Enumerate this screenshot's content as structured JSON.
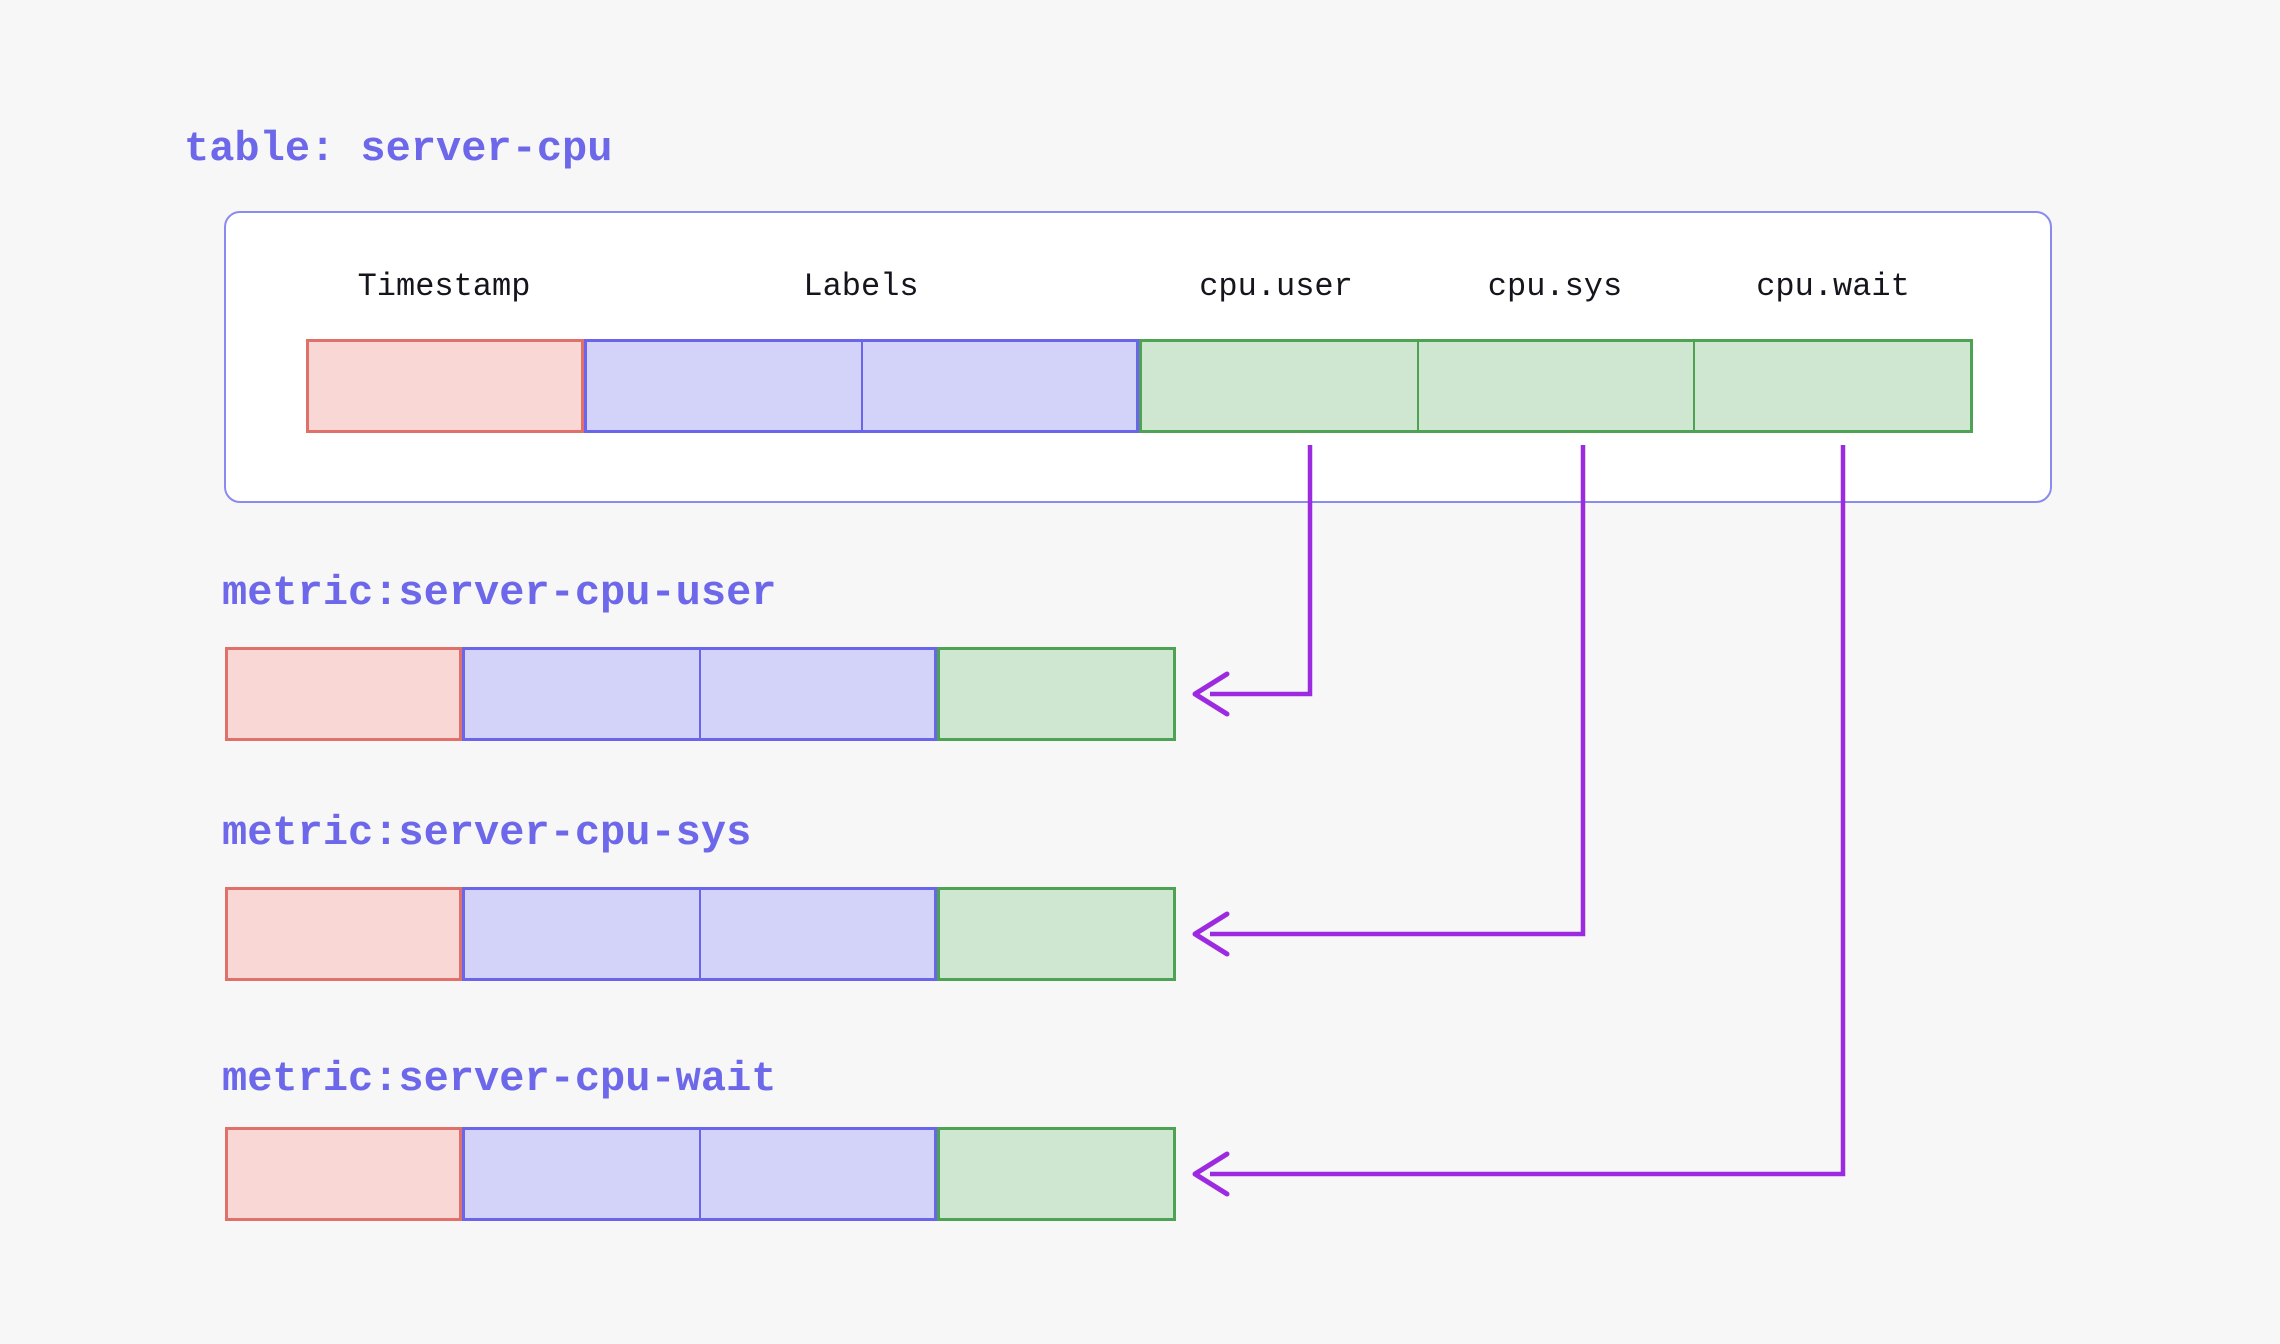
{
  "colors": {
    "background": "#f7f7f7",
    "panel": "#ffffff",
    "panel_border": "#8a8af0",
    "accent_text": "#6d68ea",
    "header_text": "#15151d",
    "timestamp_fill": "#f8d7d4",
    "timestamp_border": "#e0716a",
    "labels_fill": "#d3d2f8",
    "labels_border": "#6a65ea",
    "field_fill": "#cfe7d0",
    "field_border": "#4ea254",
    "arrow": "#9c2be0"
  },
  "table": {
    "title": "table: server-cpu",
    "columns": [
      {
        "label": "Timestamp",
        "role": "timestamp"
      },
      {
        "label": "Labels",
        "role": "labels"
      },
      {
        "label": "cpu.user",
        "role": "field"
      },
      {
        "label": "cpu.sys",
        "role": "field"
      },
      {
        "label": "cpu.wait",
        "role": "field"
      }
    ]
  },
  "metrics": [
    {
      "title": "metric:server-cpu-user",
      "source_column": "cpu.user"
    },
    {
      "title": "metric:server-cpu-sys",
      "source_column": "cpu.sys"
    },
    {
      "title": "metric:server-cpu-wait",
      "source_column": "cpu.wait"
    }
  ]
}
